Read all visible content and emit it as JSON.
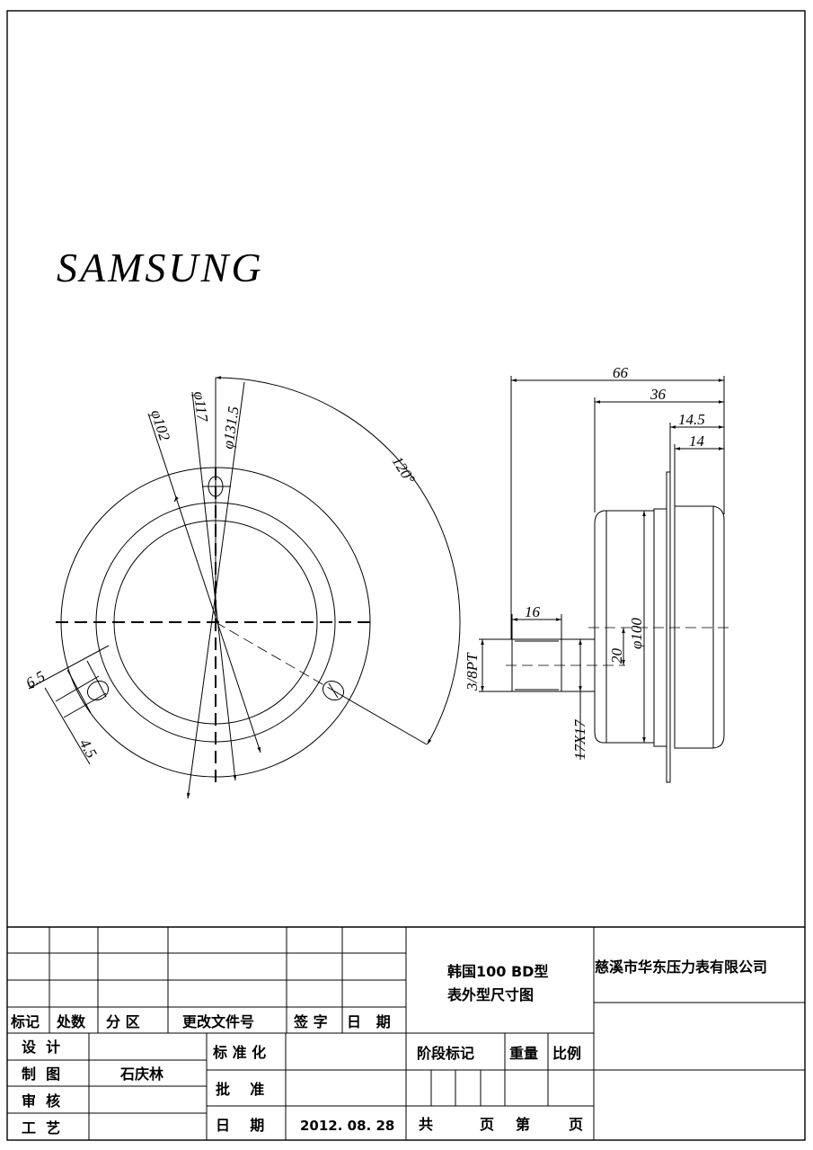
{
  "brand": "SAMSUNG",
  "front_view": {
    "dims": {
      "d102": "φ102",
      "d117": "φ117",
      "d131": "φ131.5",
      "angle": "120°",
      "slot_w": "6.5",
      "slot_h": "4.5"
    }
  },
  "side_view": {
    "dims": {
      "total": "66",
      "case": "36",
      "front1": "14.5",
      "front2": "14",
      "thread_len": "16",
      "thread": "3/8PT",
      "thread_num": "3",
      "thread_den": "8",
      "thread_suffix": "PT",
      "hex": "17X17",
      "offset": "20",
      "dia": "φ100"
    }
  },
  "title_block": {
    "rev_headers": [
      "标记",
      "处数",
      "分 区",
      "更改文件号",
      "签 字",
      "日   期"
    ],
    "roles": [
      "设  计",
      "制  图",
      "审  核",
      "工  艺"
    ],
    "drafter": "石庆林",
    "std_label": "标 准 化",
    "approve_label": "批    准",
    "date_label": "日    期",
    "date": "2012. 08. 28",
    "drawing_title_1": "韩国100 BD型",
    "drawing_title_2": "表外型尺寸图",
    "stage_label": "阶段标记",
    "weight_label": "重量",
    "scale_label": "比例",
    "total_label": "共",
    "page_label": "页",
    "nth_label": "第",
    "page_label2": "页",
    "company": "慈溪市华东压力表有限公司"
  }
}
